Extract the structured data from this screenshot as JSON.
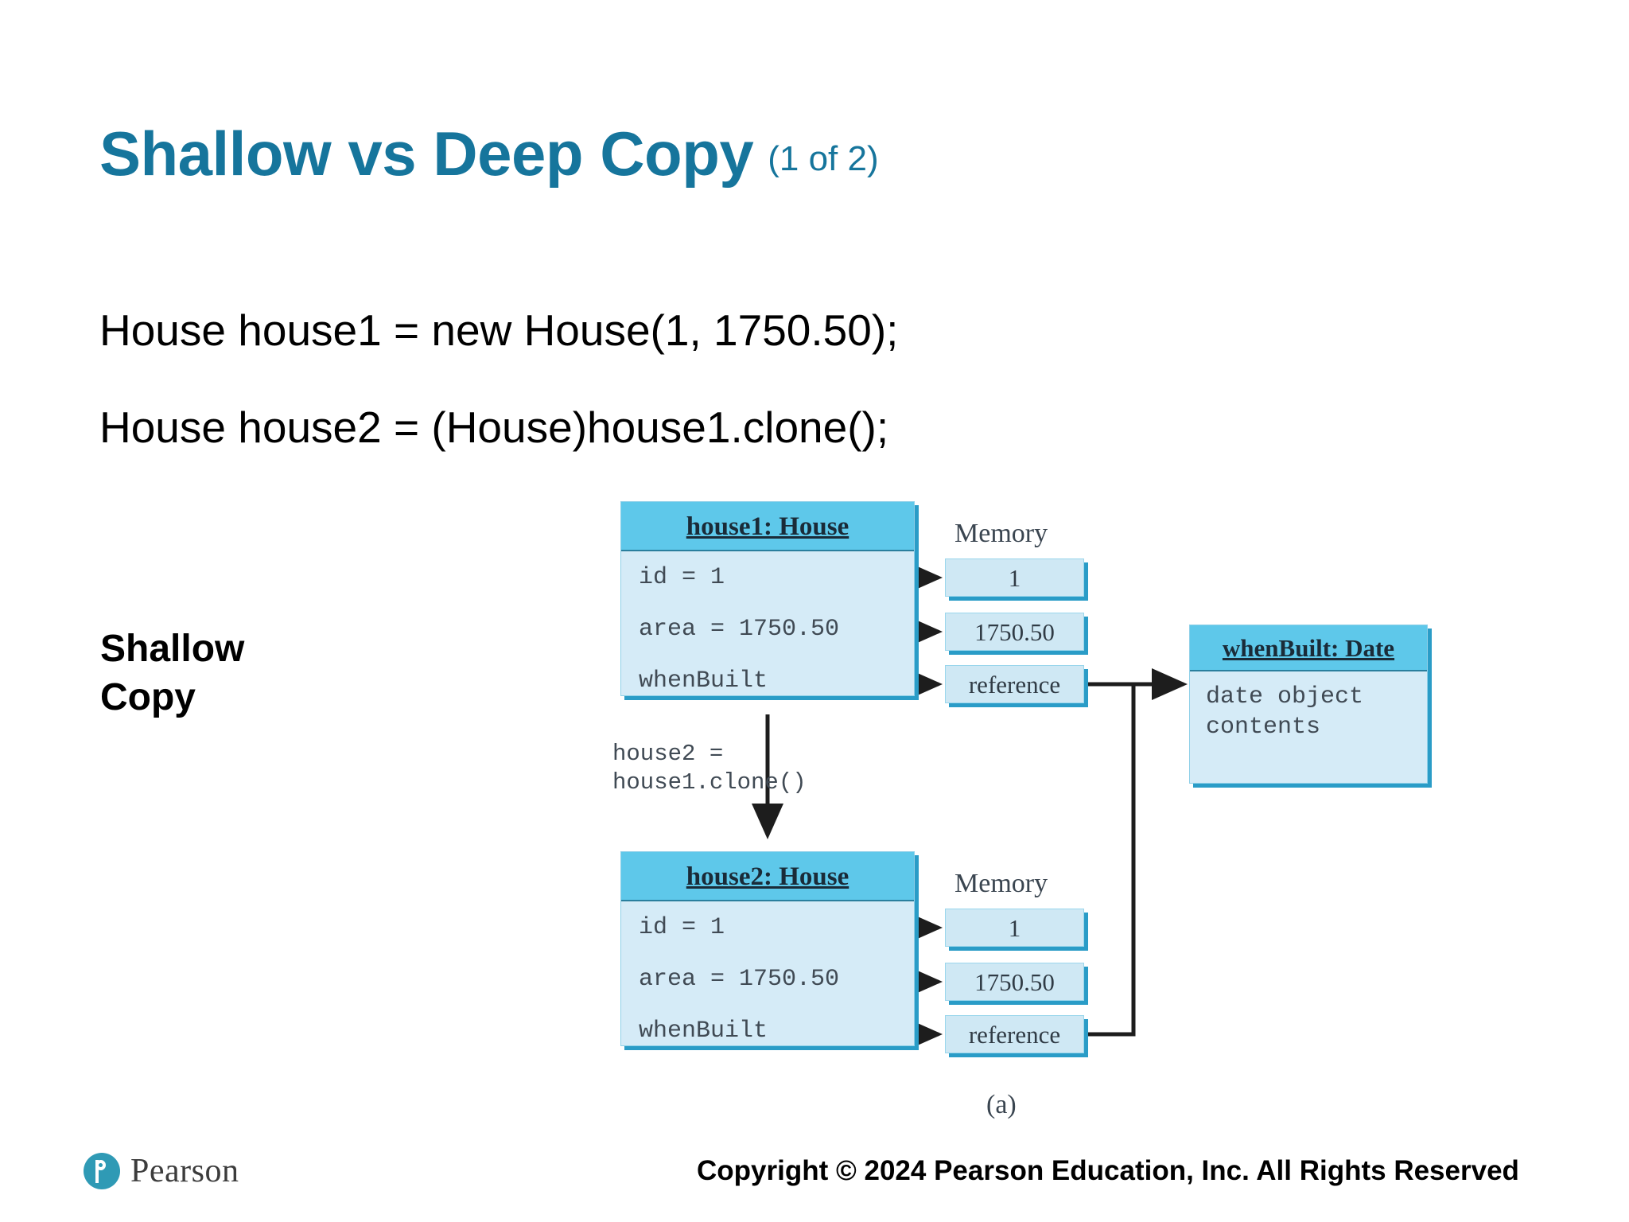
{
  "slide": {
    "title_main": "Shallow vs Deep Copy",
    "title_sub": "(1 of 2)",
    "title_color": "#16759c"
  },
  "code": {
    "line1": "House house1 = new House(1, 1750.50);",
    "line2": "House house2 = (House)house1.clone();"
  },
  "caption": {
    "shallow_copy": "Shallow\nCopy"
  },
  "diagram": {
    "figure_label": "(a)",
    "house1": {
      "header": "house1: House",
      "fields": [
        "id = 1",
        "area = 1750.50",
        "whenBuilt"
      ]
    },
    "house2": {
      "header": "house2: House",
      "fields": [
        "id = 1",
        "area = 1750.50",
        "whenBuilt"
      ]
    },
    "memory_top": {
      "label": "Memory",
      "cells": [
        "1",
        "1750.50",
        "reference"
      ]
    },
    "memory_bottom": {
      "label": "Memory",
      "cells": [
        "1",
        "1750.50",
        "reference"
      ]
    },
    "date_object": {
      "header": "whenBuilt: Date",
      "contents": "date object\ncontents"
    },
    "clone_annotation": "house2 =\nhouse1.clone()",
    "colors": {
      "header_fill": "#5ec8ea",
      "body_fill": "#d5ebf7",
      "cell_fill": "#cfe8f4",
      "shadow": "#2a9cc7"
    }
  },
  "footer": {
    "brand": "Pearson",
    "copyright": "Copyright © 2024 Pearson Education, Inc. All Rights Reserved"
  }
}
